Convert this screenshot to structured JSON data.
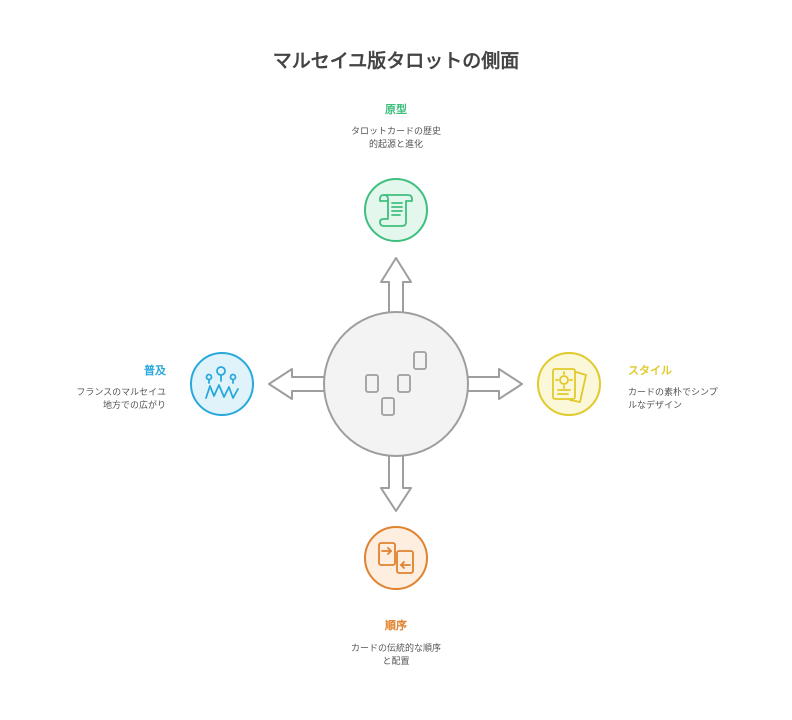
{
  "title": "マルセイユ版タロットの側面",
  "colors": {
    "green": "#3fbf7f",
    "yellow": "#e2c92a",
    "orange": "#e0822e",
    "blue": "#29a8dc",
    "hub": "#9e9e9e"
  },
  "nodes": {
    "top": {
      "title": "原型",
      "desc_line1": "タロットカードの歴史",
      "desc_line2": "的起源と進化",
      "icon": "scroll-icon"
    },
    "right": {
      "title": "スタイル",
      "desc_line1": "カードの素朴でシンプ",
      "desc_line2": "ルなデザイン",
      "icon": "tarot-card-icon"
    },
    "bottom": {
      "title": "順序",
      "desc_line1": "カードの伝統的な順序",
      "desc_line2": "と配置",
      "icon": "order-arrows-icon"
    },
    "left": {
      "title": "普及",
      "desc_line1": "フランスのマルセイユ",
      "desc_line2": "地方での広がり",
      "icon": "map-pins-icon"
    }
  }
}
